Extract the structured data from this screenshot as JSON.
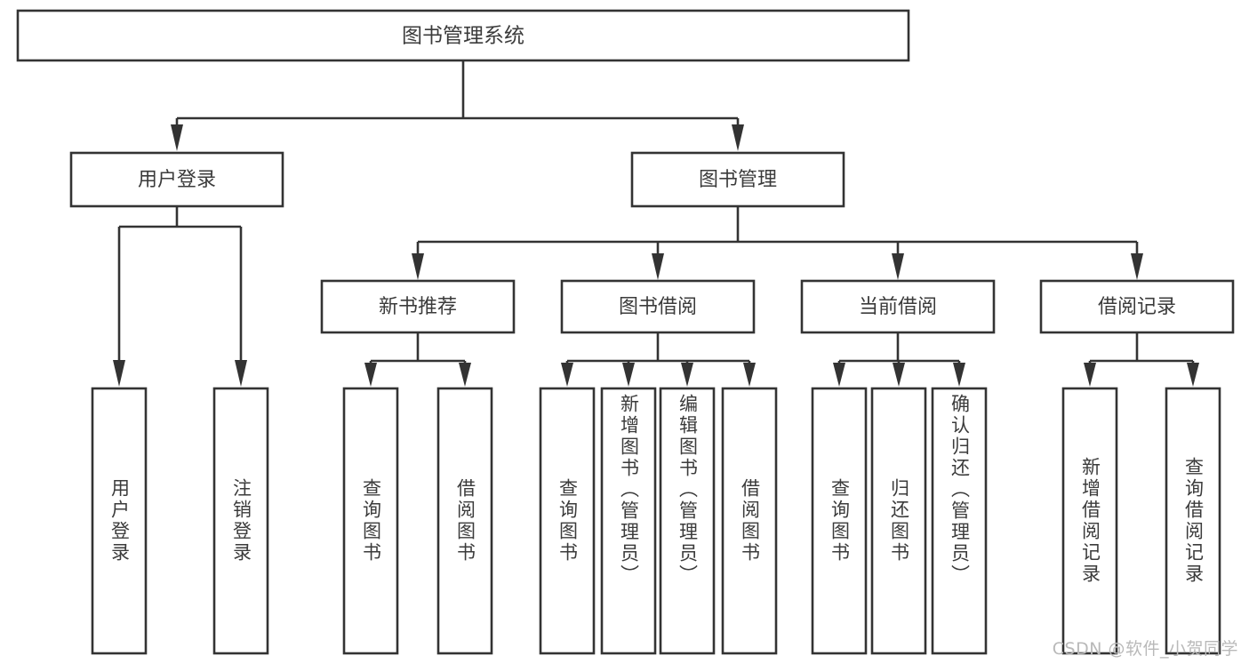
{
  "diagram": {
    "title": "图书管理系统",
    "type": "tree",
    "watermark": "CSDN @软件_小贺同学",
    "colors": {
      "stroke": "#333333",
      "text": "#3b3b3b",
      "background": "#ffffff",
      "watermark": "#b9b9b9"
    },
    "levels": {
      "root": {
        "label": "图书管理系统"
      },
      "level2": [
        {
          "label": "用户登录"
        },
        {
          "label": "图书管理"
        }
      ],
      "level3": [
        {
          "label": "新书推荐"
        },
        {
          "label": "图书借阅"
        },
        {
          "label": "当前借阅"
        },
        {
          "label": "借阅记录"
        }
      ],
      "leaves_user_login": [
        {
          "label": "用户登录"
        },
        {
          "label": "注销登录"
        }
      ],
      "leaves_new_book": [
        {
          "label": "查询图书"
        },
        {
          "label": "借阅图书"
        }
      ],
      "leaves_borrow": [
        {
          "label": "查询图书"
        },
        {
          "label": "新增图书（管理员）"
        },
        {
          "label": "编辑图书（管理员）"
        },
        {
          "label": "借阅图书"
        }
      ],
      "leaves_current": [
        {
          "label": "查询图书"
        },
        {
          "label": "归还图书"
        },
        {
          "label": "确认归还（管理员）"
        }
      ],
      "leaves_record": [
        {
          "label": "新增借阅记录"
        },
        {
          "label": "查询借阅记录"
        }
      ]
    }
  }
}
